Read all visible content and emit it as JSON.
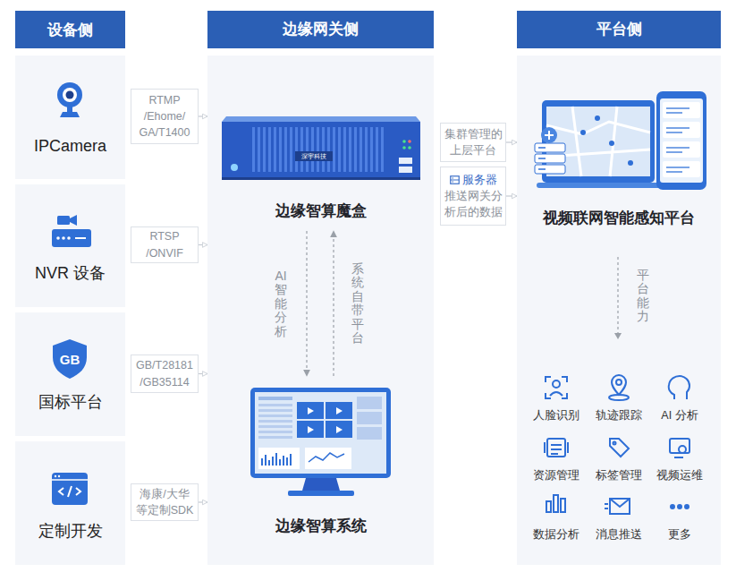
{
  "diagram": {
    "nodes": [
      {
        "text": [
          "设备侧"
        ]
      },
      {
        "text": [
          "IPCamera"
        ]
      },
      {
        "text": [
          "NVR 设备"
        ]
      },
      {
        "text": [
          "国标平台"
        ]
      },
      {
        "text": [
          "定制开发"
        ]
      },
      {
        "text": [
          "RTMP /Ehome/ GA/T1400"
        ]
      },
      {
        "text": [
          "RTSP /ONVIF"
        ]
      },
      {
        "text": [
          "GB/T28181 /GB35114"
        ]
      },
      {
        "text": [
          "海康/大华 等定制SDK"
        ]
      },
      {
        "text": [
          "边缘网关侧"
        ]
      },
      {
        "text": [
          "边缘智算魔盒"
        ],
        "in": 9
      },
      {
        "text": [
          "边缘智算系统"
        ],
        "in": 9
      },
      {
        "text": [
          "集群管理的 上层平台"
        ]
      },
      {
        "text": [
          "服务器",
          "推送网关分 析后的数据"
        ]
      },
      {
        "text": [
          "平台侧"
        ]
      },
      {
        "text": [
          "视频联网智能感知平台"
        ],
        "in": 14
      }
    ],
    "edges": [
      {
        "from": 5,
        "to": 9,
        "arrow": "to"
      },
      {
        "from": 6,
        "to": 9,
        "arrow": "to"
      },
      {
        "from": 7,
        "to": 9,
        "arrow": "to"
      },
      {
        "from": 8,
        "to": 9,
        "arrow": "to"
      },
      {
        "from": 10,
        "to": 11,
        "label": "AI智能分析",
        "arrow": "to"
      },
      {
        "from": 11,
        "to": 10,
        "label": "系统自带平台",
        "arrow": "to"
      },
      {
        "from": 12,
        "to": 14,
        "arrow": "to"
      },
      {
        "from": 13,
        "to": 14,
        "arrow": "to"
      }
    ],
    "labels": [
      "GB",
      "深宇科技",
      "平台能力",
      "人脸识别",
      "轨迹跟踪",
      "AI 分析",
      "资源管理",
      "标签管理",
      "视频运维",
      "数据分析",
      "消息推送",
      "更多"
    ]
  }
}
